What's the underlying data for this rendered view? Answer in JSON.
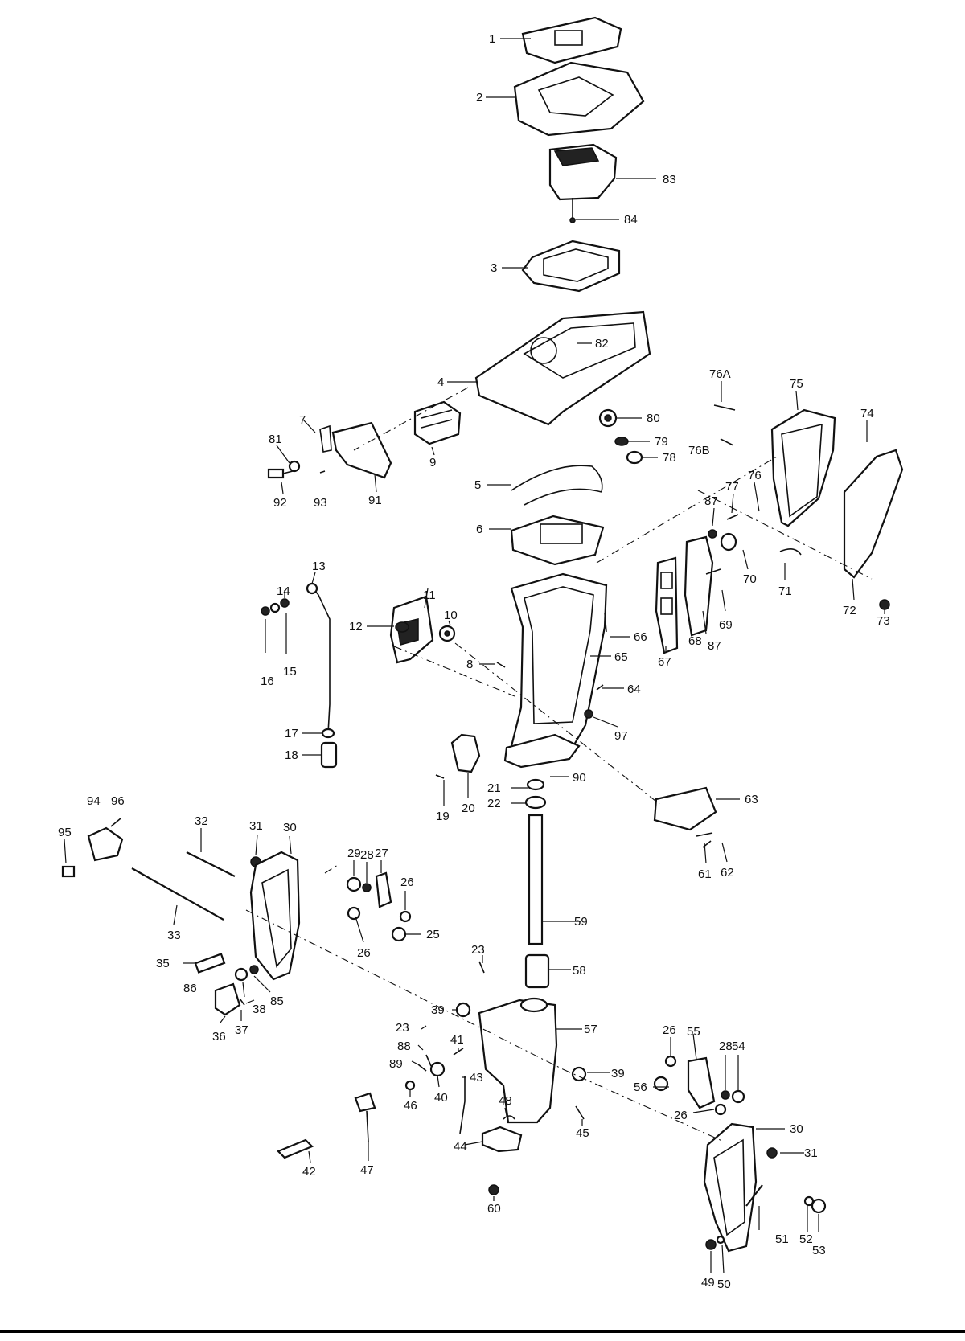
{
  "callouts": [
    {
      "id": "p1",
      "label": "1"
    },
    {
      "id": "p2",
      "label": "2"
    },
    {
      "id": "p83",
      "label": "83"
    },
    {
      "id": "p84",
      "label": "84"
    },
    {
      "id": "p3",
      "label": "3"
    },
    {
      "id": "p82",
      "label": "82"
    },
    {
      "id": "p4",
      "label": "4"
    },
    {
      "id": "p76a",
      "label": "76A"
    },
    {
      "id": "p75",
      "label": "75"
    },
    {
      "id": "p80",
      "label": "80"
    },
    {
      "id": "p79",
      "label": "79"
    },
    {
      "id": "p78",
      "label": "78"
    },
    {
      "id": "p76b",
      "label": "76B"
    },
    {
      "id": "p74",
      "label": "74"
    },
    {
      "id": "p7",
      "label": "7"
    },
    {
      "id": "p81",
      "label": "81"
    },
    {
      "id": "p9",
      "label": "9"
    },
    {
      "id": "p92",
      "label": "92"
    },
    {
      "id": "p93",
      "label": "93"
    },
    {
      "id": "p91",
      "label": "91"
    },
    {
      "id": "p5",
      "label": "5"
    },
    {
      "id": "p87a",
      "label": "87"
    },
    {
      "id": "p77",
      "label": "77"
    },
    {
      "id": "p76",
      "label": "76"
    },
    {
      "id": "p6",
      "label": "6"
    },
    {
      "id": "p70",
      "label": "70"
    },
    {
      "id": "p71",
      "label": "71"
    },
    {
      "id": "p72",
      "label": "72"
    },
    {
      "id": "p73",
      "label": "73"
    },
    {
      "id": "p13",
      "label": "13"
    },
    {
      "id": "p14",
      "label": "14"
    },
    {
      "id": "p11",
      "label": "11"
    },
    {
      "id": "p10",
      "label": "10"
    },
    {
      "id": "p12",
      "label": "12"
    },
    {
      "id": "p8",
      "label": "8"
    },
    {
      "id": "p66",
      "label": "66"
    },
    {
      "id": "p68",
      "label": "68"
    },
    {
      "id": "p69",
      "label": "69"
    },
    {
      "id": "p87b",
      "label": "87"
    },
    {
      "id": "p67",
      "label": "67"
    },
    {
      "id": "p16",
      "label": "16"
    },
    {
      "id": "p15",
      "label": "15"
    },
    {
      "id": "p65",
      "label": "65"
    },
    {
      "id": "p64",
      "label": "64"
    },
    {
      "id": "p97",
      "label": "97"
    },
    {
      "id": "p17",
      "label": "17"
    },
    {
      "id": "p18",
      "label": "18"
    },
    {
      "id": "p90",
      "label": "90"
    },
    {
      "id": "p21",
      "label": "21"
    },
    {
      "id": "p22",
      "label": "22"
    },
    {
      "id": "p19",
      "label": "19"
    },
    {
      "id": "p20",
      "label": "20"
    },
    {
      "id": "p63",
      "label": "63"
    },
    {
      "id": "p94",
      "label": "94"
    },
    {
      "id": "p96",
      "label": "96"
    },
    {
      "id": "p32",
      "label": "32"
    },
    {
      "id": "p31a",
      "label": "31"
    },
    {
      "id": "p30a",
      "label": "30"
    },
    {
      "id": "p95",
      "label": "95"
    },
    {
      "id": "p29",
      "label": "29"
    },
    {
      "id": "p28a",
      "label": "28"
    },
    {
      "id": "p27",
      "label": "27"
    },
    {
      "id": "p61",
      "label": "61"
    },
    {
      "id": "p62",
      "label": "62"
    },
    {
      "id": "p26a",
      "label": "26"
    },
    {
      "id": "p33",
      "label": "33"
    },
    {
      "id": "p59",
      "label": "59"
    },
    {
      "id": "p25",
      "label": "25"
    },
    {
      "id": "p26b",
      "label": "26"
    },
    {
      "id": "p23a",
      "label": "23"
    },
    {
      "id": "p35",
      "label": "35"
    },
    {
      "id": "p58",
      "label": "58"
    },
    {
      "id": "p86",
      "label": "86"
    },
    {
      "id": "p85",
      "label": "85"
    },
    {
      "id": "p38",
      "label": "38"
    },
    {
      "id": "p39a",
      "label": "39"
    },
    {
      "id": "p36",
      "label": "36"
    },
    {
      "id": "p37",
      "label": "37"
    },
    {
      "id": "p23b",
      "label": "23"
    },
    {
      "id": "p57",
      "label": "57"
    },
    {
      "id": "p41",
      "label": "41"
    },
    {
      "id": "p26c",
      "label": "26"
    },
    {
      "id": "p55",
      "label": "55"
    },
    {
      "id": "p88",
      "label": "88"
    },
    {
      "id": "p89",
      "label": "89"
    },
    {
      "id": "p39b",
      "label": "39"
    },
    {
      "id": "p43",
      "label": "43"
    },
    {
      "id": "p28b",
      "label": "28"
    },
    {
      "id": "p54",
      "label": "54"
    },
    {
      "id": "p40",
      "label": "40"
    },
    {
      "id": "p56",
      "label": "56"
    },
    {
      "id": "p46",
      "label": "46"
    },
    {
      "id": "p48",
      "label": "48"
    },
    {
      "id": "p26d",
      "label": "26"
    },
    {
      "id": "p30b",
      "label": "30"
    },
    {
      "id": "p45",
      "label": "45"
    },
    {
      "id": "p44",
      "label": "44"
    },
    {
      "id": "p31b",
      "label": "31"
    },
    {
      "id": "p42",
      "label": "42"
    },
    {
      "id": "p60",
      "label": "60"
    },
    {
      "id": "p47",
      "label": "47"
    },
    {
      "id": "p51",
      "label": "51"
    },
    {
      "id": "p52",
      "label": "52"
    },
    {
      "id": "p53",
      "label": "53"
    },
    {
      "id": "p49",
      "label": "49"
    },
    {
      "id": "p50",
      "label": "50"
    }
  ]
}
